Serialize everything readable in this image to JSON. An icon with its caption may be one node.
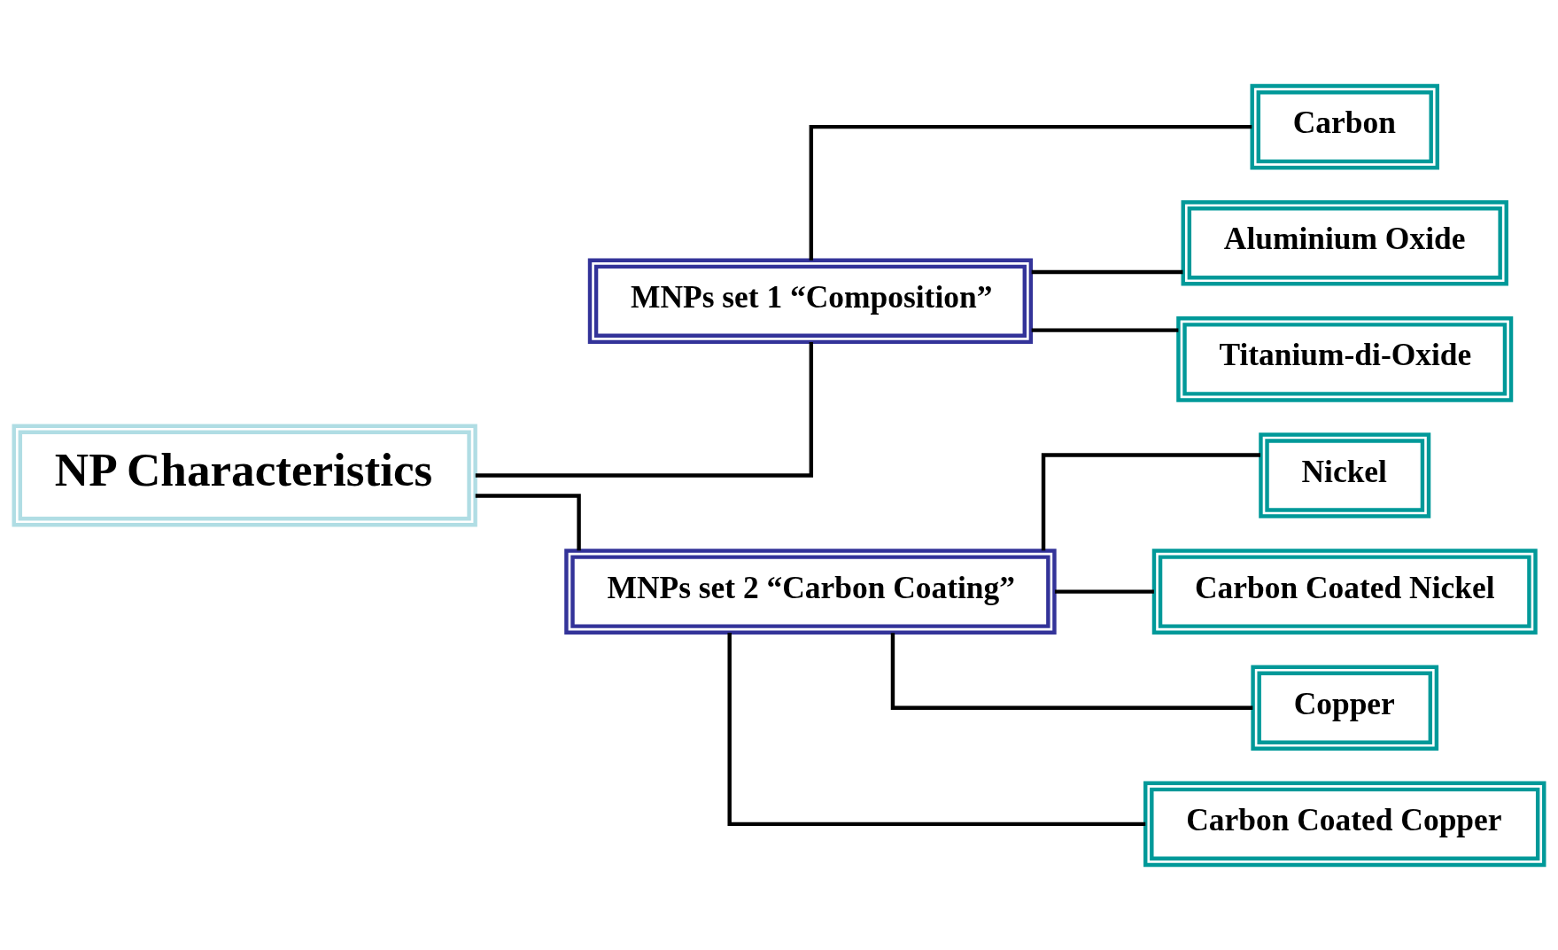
{
  "diagram": {
    "nodes": [
      {
        "text": [
          "NP Characteristics"
        ]
      },
      {
        "text": [
          "MNPs set 1 “Composition”"
        ]
      },
      {
        "text": [
          "MNPs set 2 “Carbon Coating”"
        ]
      },
      {
        "text": [
          "Carbon"
        ]
      },
      {
        "text": [
          "Aluminium Oxide"
        ]
      },
      {
        "text": [
          "Titanium-di-Oxide"
        ]
      },
      {
        "text": [
          "Nickel"
        ]
      },
      {
        "text": [
          "Carbon Coated Nickel"
        ]
      },
      {
        "text": [
          "Copper"
        ]
      },
      {
        "text": [
          "Carbon Coated Copper"
        ]
      }
    ],
    "edges": [
      {
        "from": 0,
        "to": 1,
        "arrow": "none"
      },
      {
        "from": 0,
        "to": 2,
        "arrow": "none"
      },
      {
        "from": 1,
        "to": 3,
        "arrow": "none"
      },
      {
        "from": 1,
        "to": 4,
        "arrow": "none"
      },
      {
        "from": 1,
        "to": 5,
        "arrow": "none"
      },
      {
        "from": 2,
        "to": 6,
        "arrow": "none"
      },
      {
        "from": 2,
        "to": 7,
        "arrow": "none"
      },
      {
        "from": 2,
        "to": 8,
        "arrow": "none"
      },
      {
        "from": 2,
        "to": 9,
        "arrow": "none"
      }
    ]
  }
}
